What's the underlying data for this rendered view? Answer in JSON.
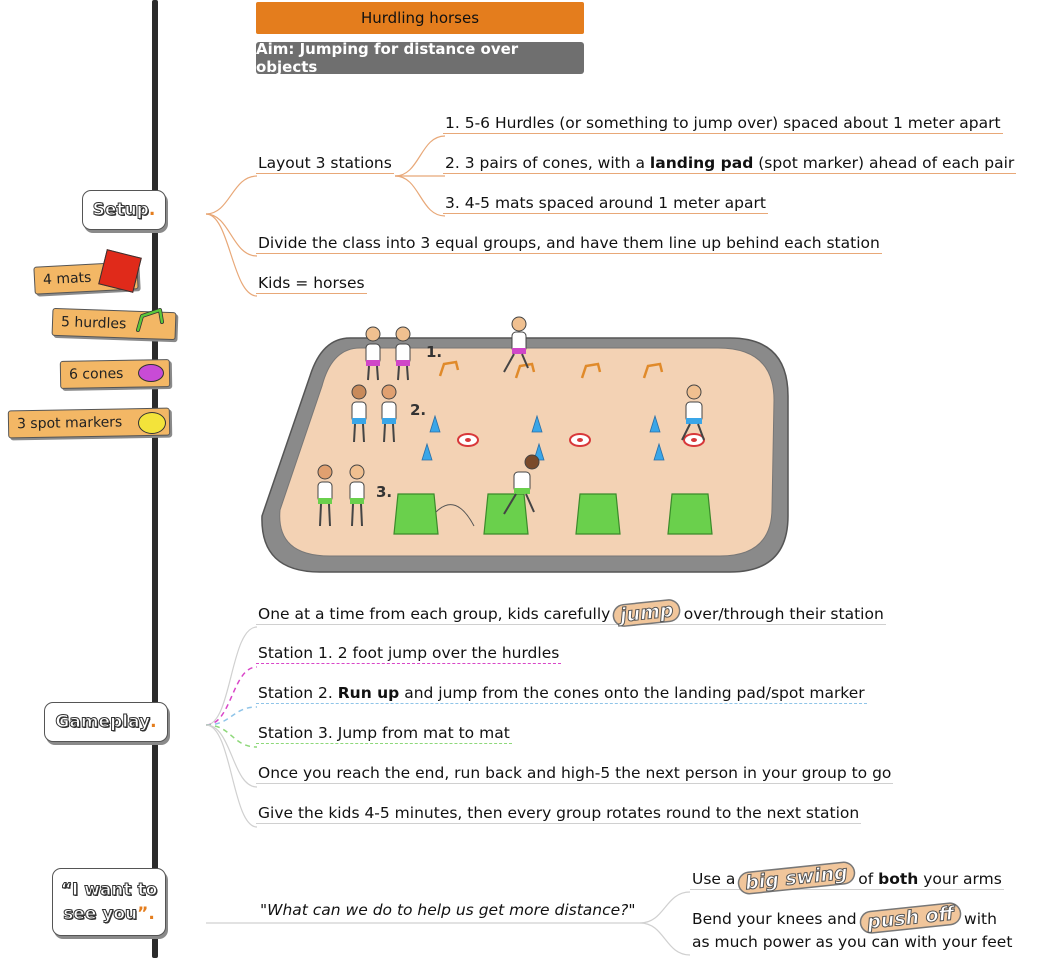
{
  "header": {
    "title": "Hurdling horses",
    "aim": "Aim: Jumping for distance over objects"
  },
  "sections": {
    "setup": {
      "label": "Setup",
      "dot": "."
    },
    "gameplay": {
      "label": "Gameplay",
      "dot": "."
    },
    "want": {
      "line1": "“I want to",
      "line2": "see you",
      "dot": "”."
    }
  },
  "equipment": [
    {
      "label": "4 mats",
      "icon": "mat-icon",
      "color": "#e02a1a"
    },
    {
      "label": "5 hurdles",
      "icon": "hurdle-icon",
      "color": "#5cc83a"
    },
    {
      "label": "6 cones",
      "icon": "cone-icon",
      "color": "#c84bd6"
    },
    {
      "label": "3 spot markers",
      "icon": "spot-marker-icon",
      "color": "#f3e33a"
    }
  ],
  "setup": {
    "layout_label": "Layout 3 stations",
    "stations": [
      {
        "text": "1. 5-6 Hurdles (or something to jump over) spaced about 1 meter apart"
      },
      {
        "pre": "2. 3 pairs of cones, with a ",
        "bold": "landing pad",
        "post": " (spot marker) ahead of each pair"
      },
      {
        "text": "3. 4-5 mats spaced around 1 meter apart"
      }
    ],
    "divide": "Divide the class into 3 equal groups, and have them line up behind each station",
    "kids": "Kids = horses"
  },
  "field": {
    "labels": [
      "1.",
      "2.",
      "3."
    ],
    "colors": {
      "floor": "#f3d2b4",
      "wall": "#8a8a8a",
      "mat": "#6ad04c",
      "cone": "#3aa6e8",
      "hurdle": "#e08a2a",
      "target": "#d8383a"
    }
  },
  "gameplay": {
    "intro_pre": "One at a time from each group, kids carefully",
    "intro_word": "jump",
    "intro_post": "over/through their station",
    "station1": "Station 1. 2 foot jump over the hurdles",
    "station2_pre": "Station 2. ",
    "station2_bold": "Run up",
    "station2_post": " and jump from the cones onto the landing pad/spot marker",
    "station3": "Station 3. Jump from mat to mat",
    "end": "Once you reach the end, run back and high-5 the next person in your group to go",
    "rotate": "Give the kids 4-5 minutes, then every group rotates round to the next station"
  },
  "want": {
    "question": "\"What can we do to help us get more distance?\"",
    "tip1_pre": "Use a",
    "tip1_word": "big swing",
    "tip1_mid": "of ",
    "tip1_bold": "both",
    "tip1_post": " your arms",
    "tip2_pre": "Bend your knees and",
    "tip2_word": "push off",
    "tip2_post": "with",
    "tip2_line2": "as much power as you can with your feet"
  }
}
